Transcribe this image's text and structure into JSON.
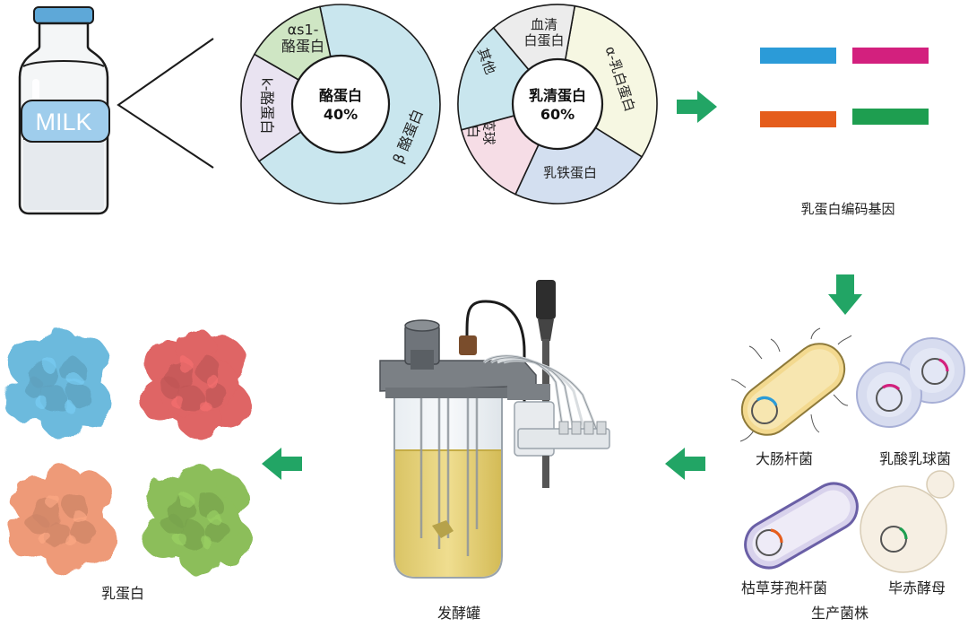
{
  "milk_label": "MILK",
  "casein_donut": {
    "center_title": "酪蛋白",
    "center_pct": "40%",
    "segments": [
      {
        "name": "β 酪蛋白",
        "color": "#c9e6ee"
      },
      {
        "name": "k-酪蛋白",
        "color": "#e9e3f1"
      },
      {
        "name": "αs1-酪蛋白",
        "lines": [
          "αs1-",
          "酪蛋白"
        ],
        "color": "#cfe6c4"
      }
    ]
  },
  "whey_donut": {
    "center_title": "乳清蛋白",
    "center_pct": "60%",
    "segments": [
      {
        "name": "α-乳白蛋白",
        "color": "#f6f7e2"
      },
      {
        "name": "乳铁蛋白",
        "color": "#d3dff0"
      },
      {
        "name": "免疫球蛋白",
        "lines": [
          "免疫球",
          "蛋白"
        ],
        "color": "#f6dde6"
      },
      {
        "name": "其他",
        "color": "#c9e6ee"
      },
      {
        "name": "血清白蛋白",
        "lines": [
          "血清",
          "白蛋白"
        ],
        "color": "#ececec"
      }
    ]
  },
  "genes": {
    "label": "乳蛋白编码基因",
    "colors": [
      "#2b9bd8",
      "#d3207e",
      "#e55d1c",
      "#1e9e50"
    ]
  },
  "strains": {
    "group_label": "生产菌株",
    "items": [
      {
        "name": "大肠杆菌",
        "plasmid_color": "#2b9bd8"
      },
      {
        "name": "乳酸乳球菌",
        "plasmid_color": "#d3207e"
      },
      {
        "name": "枯草芽孢杆菌",
        "plasmid_color": "#e55d1c"
      },
      {
        "name": "毕赤酵母",
        "plasmid_color": "#1e9e50"
      }
    ]
  },
  "fermenter_label": "发酵罐",
  "proteins": {
    "label": "乳蛋白",
    "colors": [
      "#6cbadd",
      "#df6565",
      "#ee9a78",
      "#8cbe5a"
    ]
  },
  "arrow_color": "#22a565"
}
